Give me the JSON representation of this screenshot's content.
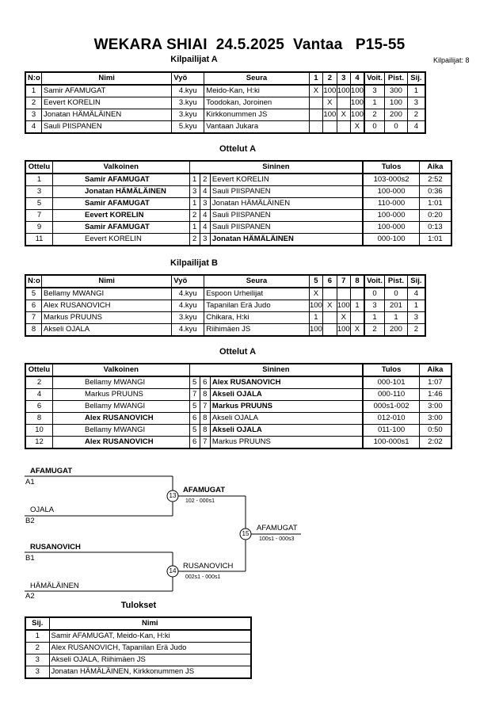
{
  "header": {
    "title": "WEKARA SHIAI  24.5.2025  Vantaa   P15-55",
    "group_a_title": "Kilpailijat A",
    "competitors_count": "Kilpailijat: 8"
  },
  "competitors_a": {
    "headers": [
      "N:o",
      "Nimi",
      "Vyö",
      "Seura",
      "1",
      "2",
      "3",
      "4",
      "Voit.",
      "Pist.",
      "Sij."
    ],
    "rows": [
      [
        "1",
        "Samir AFAMUGAT",
        "4.kyu",
        "Meido-Kan, H:ki",
        "X",
        "100",
        "100",
        "100",
        "3",
        "300",
        "1"
      ],
      [
        "2",
        "Eevert KORELIN",
        "3.kyu",
        "Toodokan, Joroinen",
        "",
        "X",
        "",
        "100",
        "1",
        "100",
        "3"
      ],
      [
        "3",
        "Jonatan HÄMÄLÄINEN",
        "3.kyu",
        "Kirkkonummen JS",
        "",
        "100",
        "X",
        "100",
        "2",
        "200",
        "2"
      ],
      [
        "4",
        "Sauli PIISPANEN",
        "5.kyu",
        "Vantaan Jukara",
        "",
        "",
        "",
        "X",
        "0",
        "0",
        "4"
      ]
    ]
  },
  "matches_a": {
    "title": "Ottelut A",
    "headers": [
      "Ottelu",
      "Valkoinen",
      "Sininen",
      "Tulos",
      "Aika"
    ],
    "rows": [
      {
        "no": "1",
        "white": "Samir AFAMUGAT",
        "wn": "1",
        "bn": "2",
        "blue": "Eevert KORELIN",
        "result": "103-000s2",
        "time": "2:52",
        "win": "white"
      },
      {
        "no": "3",
        "white": "Jonatan HÄMÄLÄINEN",
        "wn": "3",
        "bn": "4",
        "blue": "Sauli PIISPANEN",
        "result": "100-000",
        "time": "0:36",
        "win": "white"
      },
      {
        "no": "5",
        "white": "Samir AFAMUGAT",
        "wn": "1",
        "bn": "3",
        "blue": "Jonatan HÄMÄLÄINEN",
        "result": "110-000",
        "time": "1:01",
        "win": "white"
      },
      {
        "no": "7",
        "white": "Eevert KORELIN",
        "wn": "2",
        "bn": "4",
        "blue": "Sauli PIISPANEN",
        "result": "100-000",
        "time": "0:20",
        "win": "white"
      },
      {
        "no": "9",
        "white": "Samir AFAMUGAT",
        "wn": "1",
        "bn": "4",
        "blue": "Sauli PIISPANEN",
        "result": "100-000",
        "time": "0:13",
        "win": "white"
      },
      {
        "no": "11",
        "white": "Eevert KORELIN",
        "wn": "2",
        "bn": "3",
        "blue": "Jonatan HÄMÄLÄINEN",
        "result": "000-100",
        "time": "1:01",
        "win": "blue"
      }
    ]
  },
  "competitors_b": {
    "title": "Kilpailijat B",
    "headers": [
      "N:o",
      "Nimi",
      "Vyö",
      "Seura",
      "5",
      "6",
      "7",
      "8",
      "Voit.",
      "Pist.",
      "Sij."
    ],
    "rows": [
      [
        "5",
        "Bellamy MWANGI",
        "4.kyu",
        "Espoon Urheilijat",
        "X",
        "",
        "",
        "",
        "0",
        "0",
        "4"
      ],
      [
        "6",
        "Alex RUSANOVICH",
        "4.kyu",
        "Tapanilan Erä Judo",
        "100",
        "X",
        "100",
        "1",
        "3",
        "201",
        "1"
      ],
      [
        "7",
        "Markus PRUUNS",
        "3.kyu",
        "Chikara, H:ki",
        "1",
        "",
        "X",
        "",
        "1",
        "1",
        "3"
      ],
      [
        "8",
        "Akseli OJALA",
        "4.kyu",
        "Riihimäen JS",
        "100",
        "",
        "100",
        "X",
        "2",
        "200",
        "2"
      ]
    ]
  },
  "matches_b": {
    "title": "Ottelut A",
    "headers": [
      "Ottelu",
      "Valkoinen",
      "Sininen",
      "Tulos",
      "Aika"
    ],
    "rows": [
      {
        "no": "2",
        "white": "Bellamy MWANGI",
        "wn": "5",
        "bn": "6",
        "blue": "Alex RUSANOVICH",
        "result": "000-101",
        "time": "1:07",
        "win": "blue"
      },
      {
        "no": "4",
        "white": "Markus PRUUNS",
        "wn": "7",
        "bn": "8",
        "blue": "Akseli OJALA",
        "result": "000-110",
        "time": "1:46",
        "win": "blue"
      },
      {
        "no": "6",
        "white": "Bellamy MWANGI",
        "wn": "5",
        "bn": "7",
        "blue": "Markus PRUUNS",
        "result": "000s1-002",
        "time": "3:00",
        "win": "blue"
      },
      {
        "no": "8",
        "white": "Alex RUSANOVICH",
        "wn": "6",
        "bn": "8",
        "blue": "Akseli OJALA",
        "result": "012-010",
        "time": "3:00",
        "win": "white"
      },
      {
        "no": "10",
        "white": "Bellamy MWANGI",
        "wn": "5",
        "bn": "8",
        "blue": "Akseli OJALA",
        "result": "011-100",
        "time": "0:50",
        "win": "blue"
      },
      {
        "no": "12",
        "white": "Alex RUSANOVICH",
        "wn": "6",
        "bn": "7",
        "blue": "Markus PRUUNS",
        "result": "100-000s1",
        "time": "2:02",
        "win": "white"
      }
    ]
  },
  "bracket": {
    "semi1_top_name": "AFAMUGAT",
    "semi1_top_seed": "A1",
    "semi1_bottom_name": "OJALA",
    "semi1_bottom_seed": "B2",
    "semi1_match": "13",
    "semi1_winner": "AFAMUGAT",
    "semi1_score": "102 - 000s1",
    "semi2_top_name": "RUSANOVICH",
    "semi2_top_seed": "B1",
    "semi2_bottom_name": "HÄMÄLÄINEN",
    "semi2_bottom_seed": "A2",
    "semi2_match": "14",
    "semi2_winner": "RUSANOVICH",
    "semi2_score": "002s1 - 000s1",
    "final_match": "15",
    "final_winner": "AFAMUGAT",
    "final_score": "100s1 - 000s3"
  },
  "results": {
    "title": "Tulokset",
    "headers": [
      "Sij.",
      "Nimi"
    ],
    "rows": [
      [
        "1",
        "Samir AFAMUGAT, Meido-Kan, H:ki"
      ],
      [
        "2",
        "Alex RUSANOVICH, Tapanilan Erä Judo"
      ],
      [
        "3",
        "Akseli OJALA, Riihimäen JS"
      ],
      [
        "3",
        "Jonatan HÄMÄLÄINEN, Kirkkonummen JS"
      ]
    ]
  }
}
